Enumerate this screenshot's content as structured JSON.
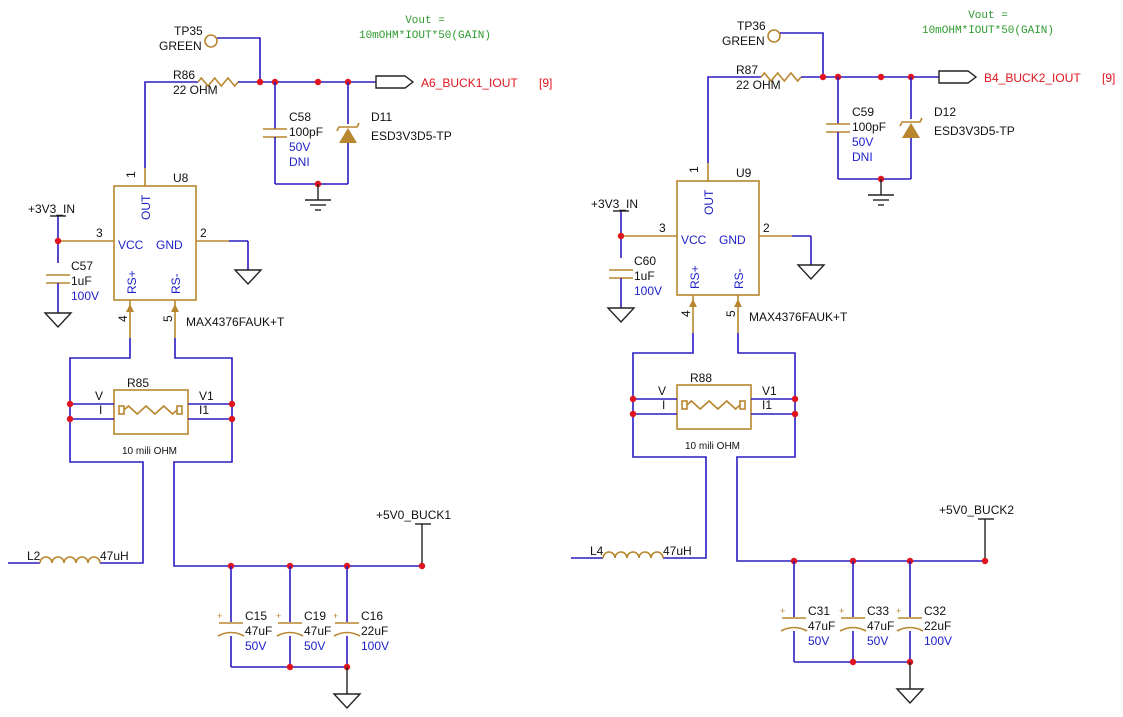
{
  "circuits": [
    {
      "note_line1": "Vout =",
      "note_line2": "10mOHM*IOUT*50(GAIN)",
      "tp_ref": "TP35",
      "tp_color": "GREEN",
      "r_sense_feedback_ref": "R86",
      "r_sense_feedback_val": "22 OHM",
      "out_net": "A6_BUCK1_IOUT",
      "out_sheet": "[9]",
      "cap_ref": "C58",
      "cap_val": "100pF",
      "cap_volt": "50V",
      "cap_dni": "DNI",
      "diode_ref": "D11",
      "diode_part": "ESD3V3D5-TP",
      "ic_ref": "U8",
      "ic_part": "MAX4376FAUK+T",
      "pin_out": "OUT",
      "pin_vcc": "VCC",
      "pin_gnd": "GND",
      "pin_rsp": "RS+",
      "pin_rsm": "RS-",
      "pin1": "1",
      "pin2": "2",
      "pin3": "3",
      "pin4": "4",
      "pin5": "5",
      "supply": "+3V3_IN",
      "bypass_ref": "C57",
      "bypass_val": "1uF",
      "bypass_volt": "100V",
      "shunt_ref": "R85",
      "shunt_val": "10 mili OHM",
      "shunt_v": "V",
      "shunt_i": "I",
      "shunt_v1": "V1",
      "shunt_i1": "I1",
      "rail": "+5V0_BUCK1",
      "ind_ref": "L2",
      "ind_val": "47uH",
      "out_caps": [
        {
          "ref": "C15",
          "val": "47uF",
          "volt": "50V"
        },
        {
          "ref": "C19",
          "val": "47uF",
          "volt": "50V"
        },
        {
          "ref": "C16",
          "val": "22uF",
          "volt": "100V"
        }
      ]
    },
    {
      "note_line1": "Vout =",
      "note_line2": "10mOHM*IOUT*50(GAIN)",
      "tp_ref": "TP36",
      "tp_color": "GREEN",
      "r_sense_feedback_ref": "R87",
      "r_sense_feedback_val": "22 OHM",
      "out_net": "B4_BUCK2_IOUT",
      "out_sheet": "[9]",
      "cap_ref": "C59",
      "cap_val": "100pF",
      "cap_volt": "50V",
      "cap_dni": "DNI",
      "diode_ref": "D12",
      "diode_part": "ESD3V3D5-TP",
      "ic_ref": "U9",
      "ic_part": "MAX4376FAUK+T",
      "pin_out": "OUT",
      "pin_vcc": "VCC",
      "pin_gnd": "GND",
      "pin_rsp": "RS+",
      "pin_rsm": "RS-",
      "pin1": "1",
      "pin2": "2",
      "pin3": "3",
      "pin4": "4",
      "pin5": "5",
      "supply": "+3V3_IN",
      "bypass_ref": "C60",
      "bypass_val": "1uF",
      "bypass_volt": "100V",
      "shunt_ref": "R88",
      "shunt_val": "10 mili OHM",
      "shunt_v": "V",
      "shunt_i": "I",
      "shunt_v1": "V1",
      "shunt_i1": "I1",
      "rail": "+5V0_BUCK2",
      "ind_ref": "L4",
      "ind_val": "47uH",
      "out_caps": [
        {
          "ref": "C31",
          "val": "47uF",
          "volt": "50V"
        },
        {
          "ref": "C33",
          "val": "47uF",
          "volt": "50V"
        },
        {
          "ref": "C32",
          "val": "22uF",
          "volt": "100V"
        }
      ]
    }
  ]
}
